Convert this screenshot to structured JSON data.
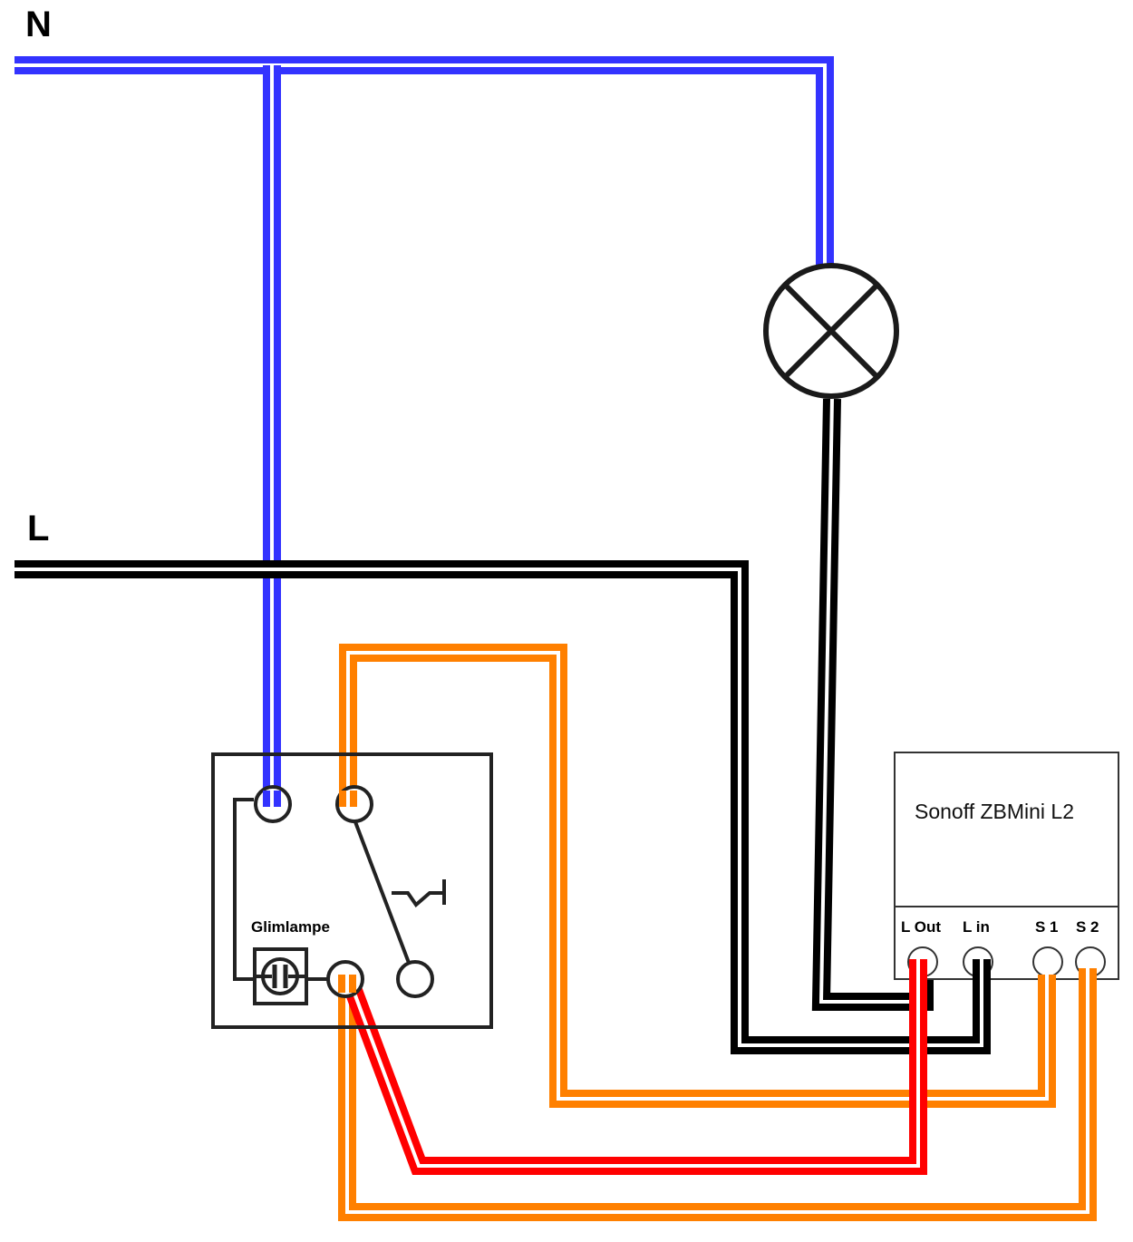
{
  "labels": {
    "neutral": "N",
    "live": "L",
    "device": "Sonoff ZBMini L2",
    "glimlampe": "Glimlampe",
    "terminal_lout": "L Out",
    "terminal_lin": "L in",
    "terminal_s1": "S 1",
    "terminal_s2": "S 2"
  },
  "colors": {
    "neutral_wire": "#3333ff",
    "live_wire": "#000000",
    "switch_wire": "#ff8000",
    "lout_wire": "#ff0000",
    "symbol_stroke": "#222222",
    "background": "#ffffff"
  },
  "icons": {
    "lamp": "lamp-icon",
    "switch": "switch-icon",
    "glow_lamp": "glow-lamp-icon"
  }
}
